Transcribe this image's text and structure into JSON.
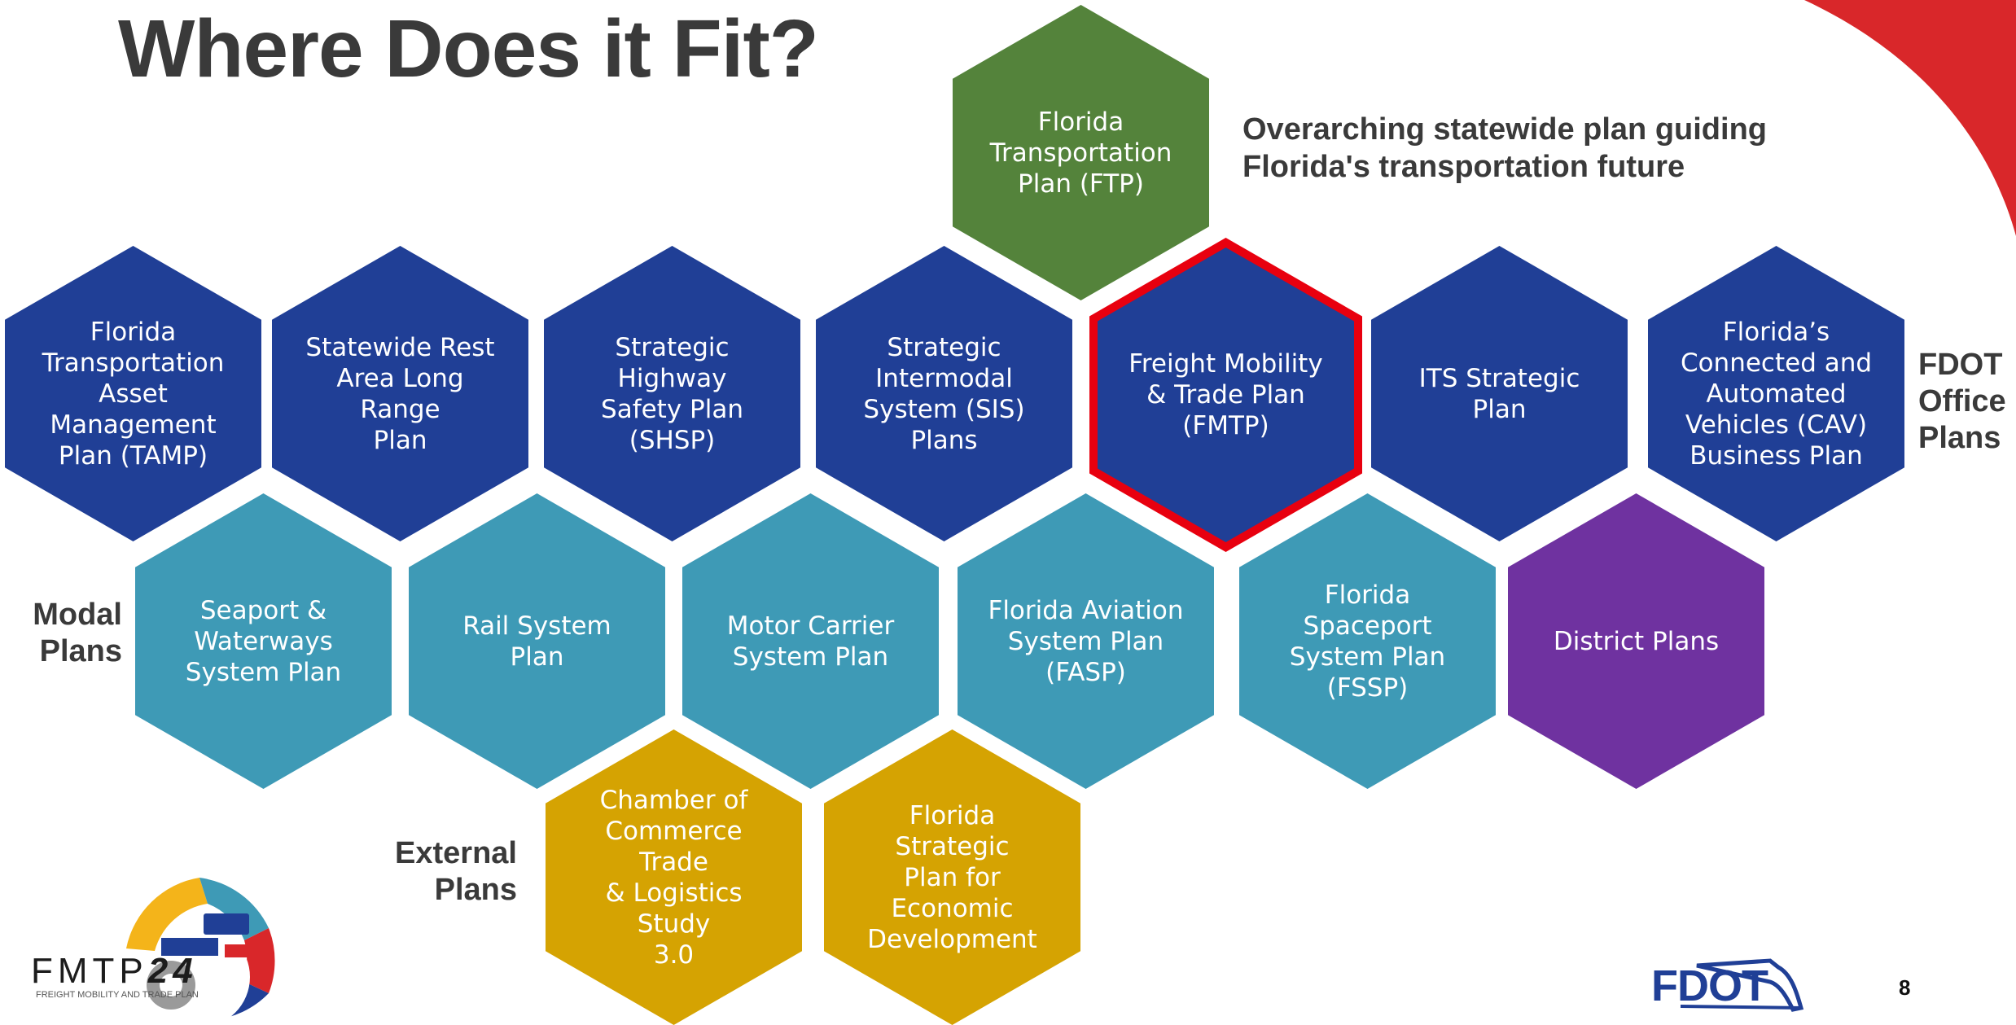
{
  "title": "Where Does it Fit?",
  "colors": {
    "ftp_green": "#54833B",
    "office_blue": "#203F96",
    "modal_teal": "#3E9AB6",
    "district_purple": "#6F32A0",
    "external_gold": "#D5A302",
    "highlight_red": "#E8000F",
    "corner_red": "#D9272A"
  },
  "ftp": {
    "label": "Florida\nTransportation\nPlan (FTP)",
    "description": "Overarching statewide plan guiding\nFlorida's transportation future"
  },
  "office_plans": {
    "category": "FDOT\nOffice\nPlans",
    "items": [
      "Florida\nTransportation\nAsset\nManagement\nPlan (TAMP)",
      "Statewide Rest\nArea Long Range\nPlan",
      "Strategic Highway\nSafety Plan\n(SHSP)",
      "Strategic\nIntermodal\nSystem (SIS) Plans",
      "Freight Mobility\n& Trade Plan\n(FMTP)",
      "ITS Strategic Plan",
      "Florida’s\nConnected and\nAutomated\nVehicles (CAV)\nBusiness Plan"
    ]
  },
  "modal_plans": {
    "category": "Modal\nPlans",
    "items": [
      "Seaport &\nWaterways\nSystem Plan",
      "Rail System Plan",
      "Motor Carrier\nSystem Plan",
      "Florida Aviation\nSystem Plan\n(FASP)",
      "Florida\nSpaceport\nSystem Plan\n(FSSP)"
    ],
    "district": "District Plans"
  },
  "external_plans": {
    "category": "External\nPlans",
    "items": [
      "Chamber of\nCommerce Trade\n& Logistics Study\n3.0",
      "Florida Strategic\nPlan for\nEconomic\nDevelopment"
    ]
  },
  "logo_fmtp": {
    "text_main": "FMTP",
    "text_num": "24",
    "tagline": "FREIGHT MOBILITY AND TRADE PLAN"
  },
  "logo_fdot": {
    "text": "FDOT"
  },
  "page_number": "8"
}
